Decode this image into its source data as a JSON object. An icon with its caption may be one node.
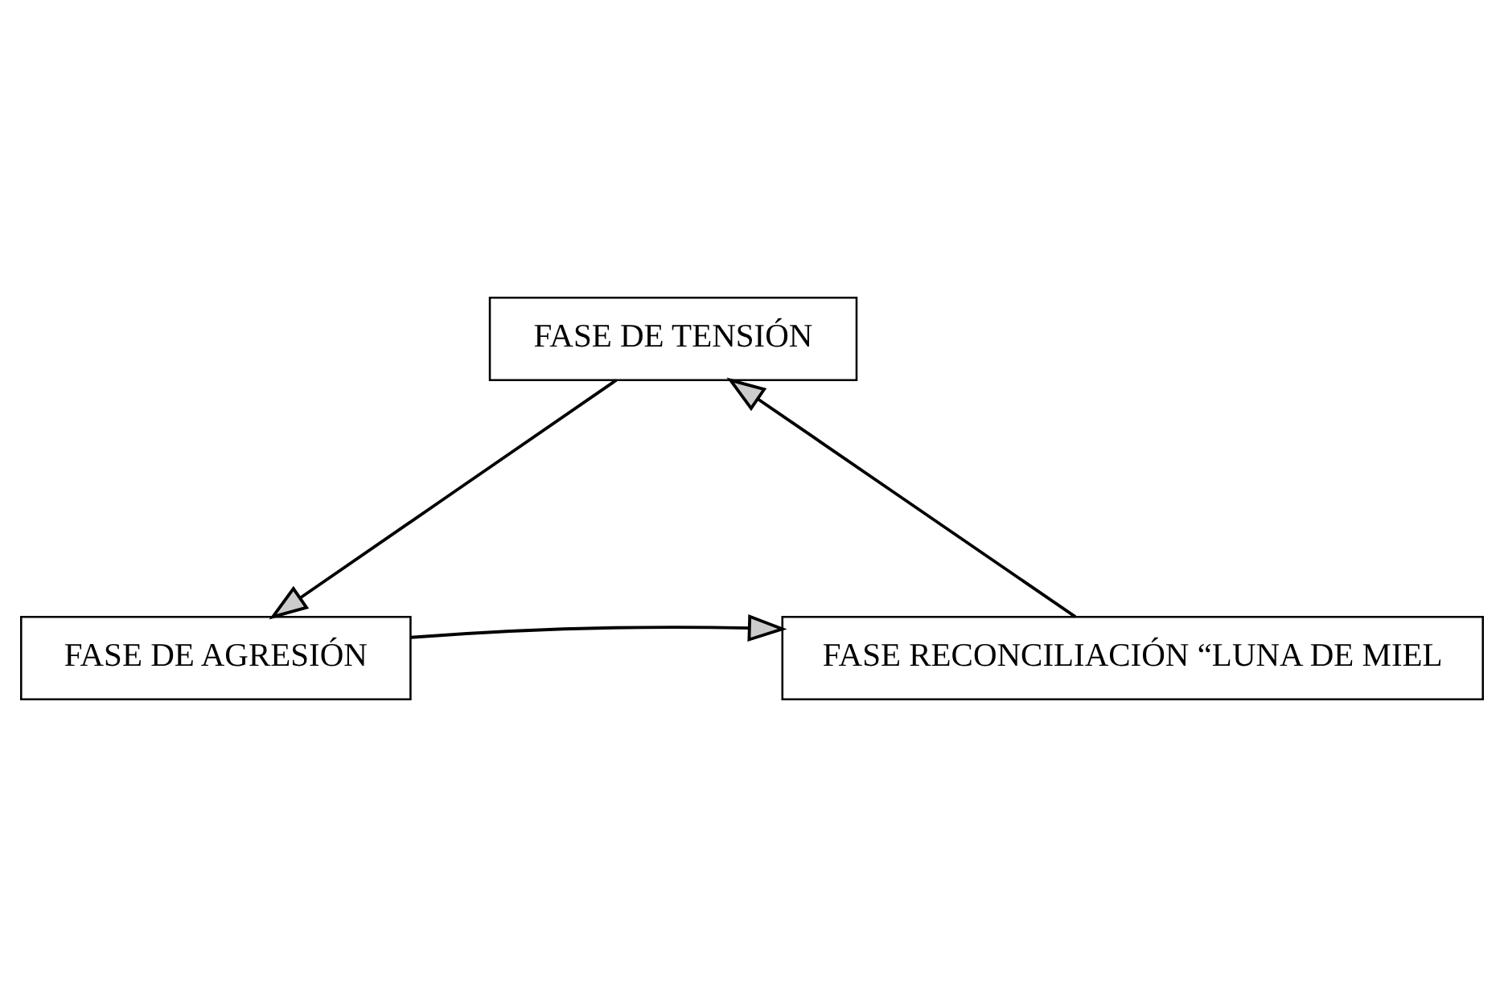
{
  "diagram": {
    "nodes": [
      {
        "text": [
          "FASE DE TENSIÓN"
        ]
      },
      {
        "text": [
          "FASE DE AGRESIÓN"
        ]
      },
      {
        "text": [
          "FASE RECONCILIACIÓN “LUNA DE MIEL"
        ]
      }
    ],
    "edges": [
      {
        "from": 0,
        "to": 1,
        "arrow": "to"
      },
      {
        "from": 1,
        "to": 2,
        "arrow": "to"
      },
      {
        "from": 2,
        "to": 0,
        "arrow": "to"
      }
    ]
  }
}
